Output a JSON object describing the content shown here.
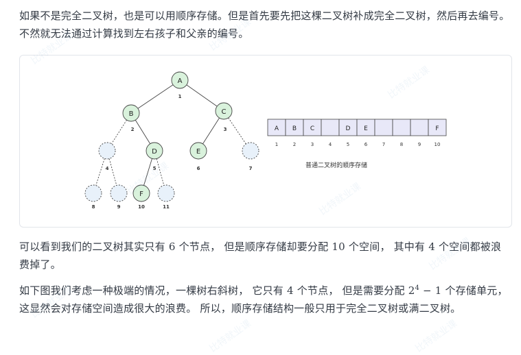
{
  "paragraph1": "如果不是完全二叉树，也是可以用顺序存储。但是首先要先把这棵二叉树补成完全二叉树，然后再去编号。不然就无法通过计算找到左右孩子和父亲的编号。",
  "paragraph2": {
    "part1": "可以看到我们的二叉树其实只有",
    "num1": "6",
    "part2": "个节点， 但是顺序存储却要分配",
    "num2": "10",
    "part3": "个空间， 其中有",
    "num3": "4",
    "part4": "个空间都被浪费掉了。"
  },
  "paragraph3": {
    "part1": "如下图我们考虑一种极端的情况，一棵树右斜树， 它只有",
    "num1": "4",
    "part2": "个节点， 但是需要分配",
    "base": "2",
    "exp": "4",
    "tail": " − 1",
    "part3": "个存储单元， 这显然会对存储空间造成很大的浪费。 所以，顺序存储结构一般只用于完全二叉树或满二叉树。"
  },
  "figure": {
    "tree_nodes": [
      {
        "label": "A",
        "index": "1",
        "real": true
      },
      {
        "label": "B",
        "index": "2",
        "real": true
      },
      {
        "label": "C",
        "index": "3",
        "real": true
      },
      {
        "label": "",
        "index": "4",
        "real": false
      },
      {
        "label": "D",
        "index": "5",
        "real": true
      },
      {
        "label": "E",
        "index": "6",
        "real": true
      },
      {
        "label": "",
        "index": "7",
        "real": false
      },
      {
        "label": "",
        "index": "8",
        "real": false
      },
      {
        "label": "",
        "index": "9",
        "real": false
      },
      {
        "label": "F",
        "index": "10",
        "real": true
      },
      {
        "label": "",
        "index": "11",
        "real": false
      }
    ],
    "array_cells": [
      "A",
      "B",
      "C",
      "",
      "D",
      "E",
      "",
      "",
      "",
      "F"
    ],
    "array_indices": [
      "1",
      "2",
      "3",
      "4",
      "5",
      "6",
      "7",
      "8",
      "9",
      "10"
    ],
    "caption": "普通二叉树的顺序存储"
  },
  "colors": {
    "node_fill": "#d9f2dc",
    "virtual_fill": "#e8f1fa",
    "cell_fill": "#e8e8f8",
    "stroke": "#444444"
  },
  "watermark": "比特就业课"
}
